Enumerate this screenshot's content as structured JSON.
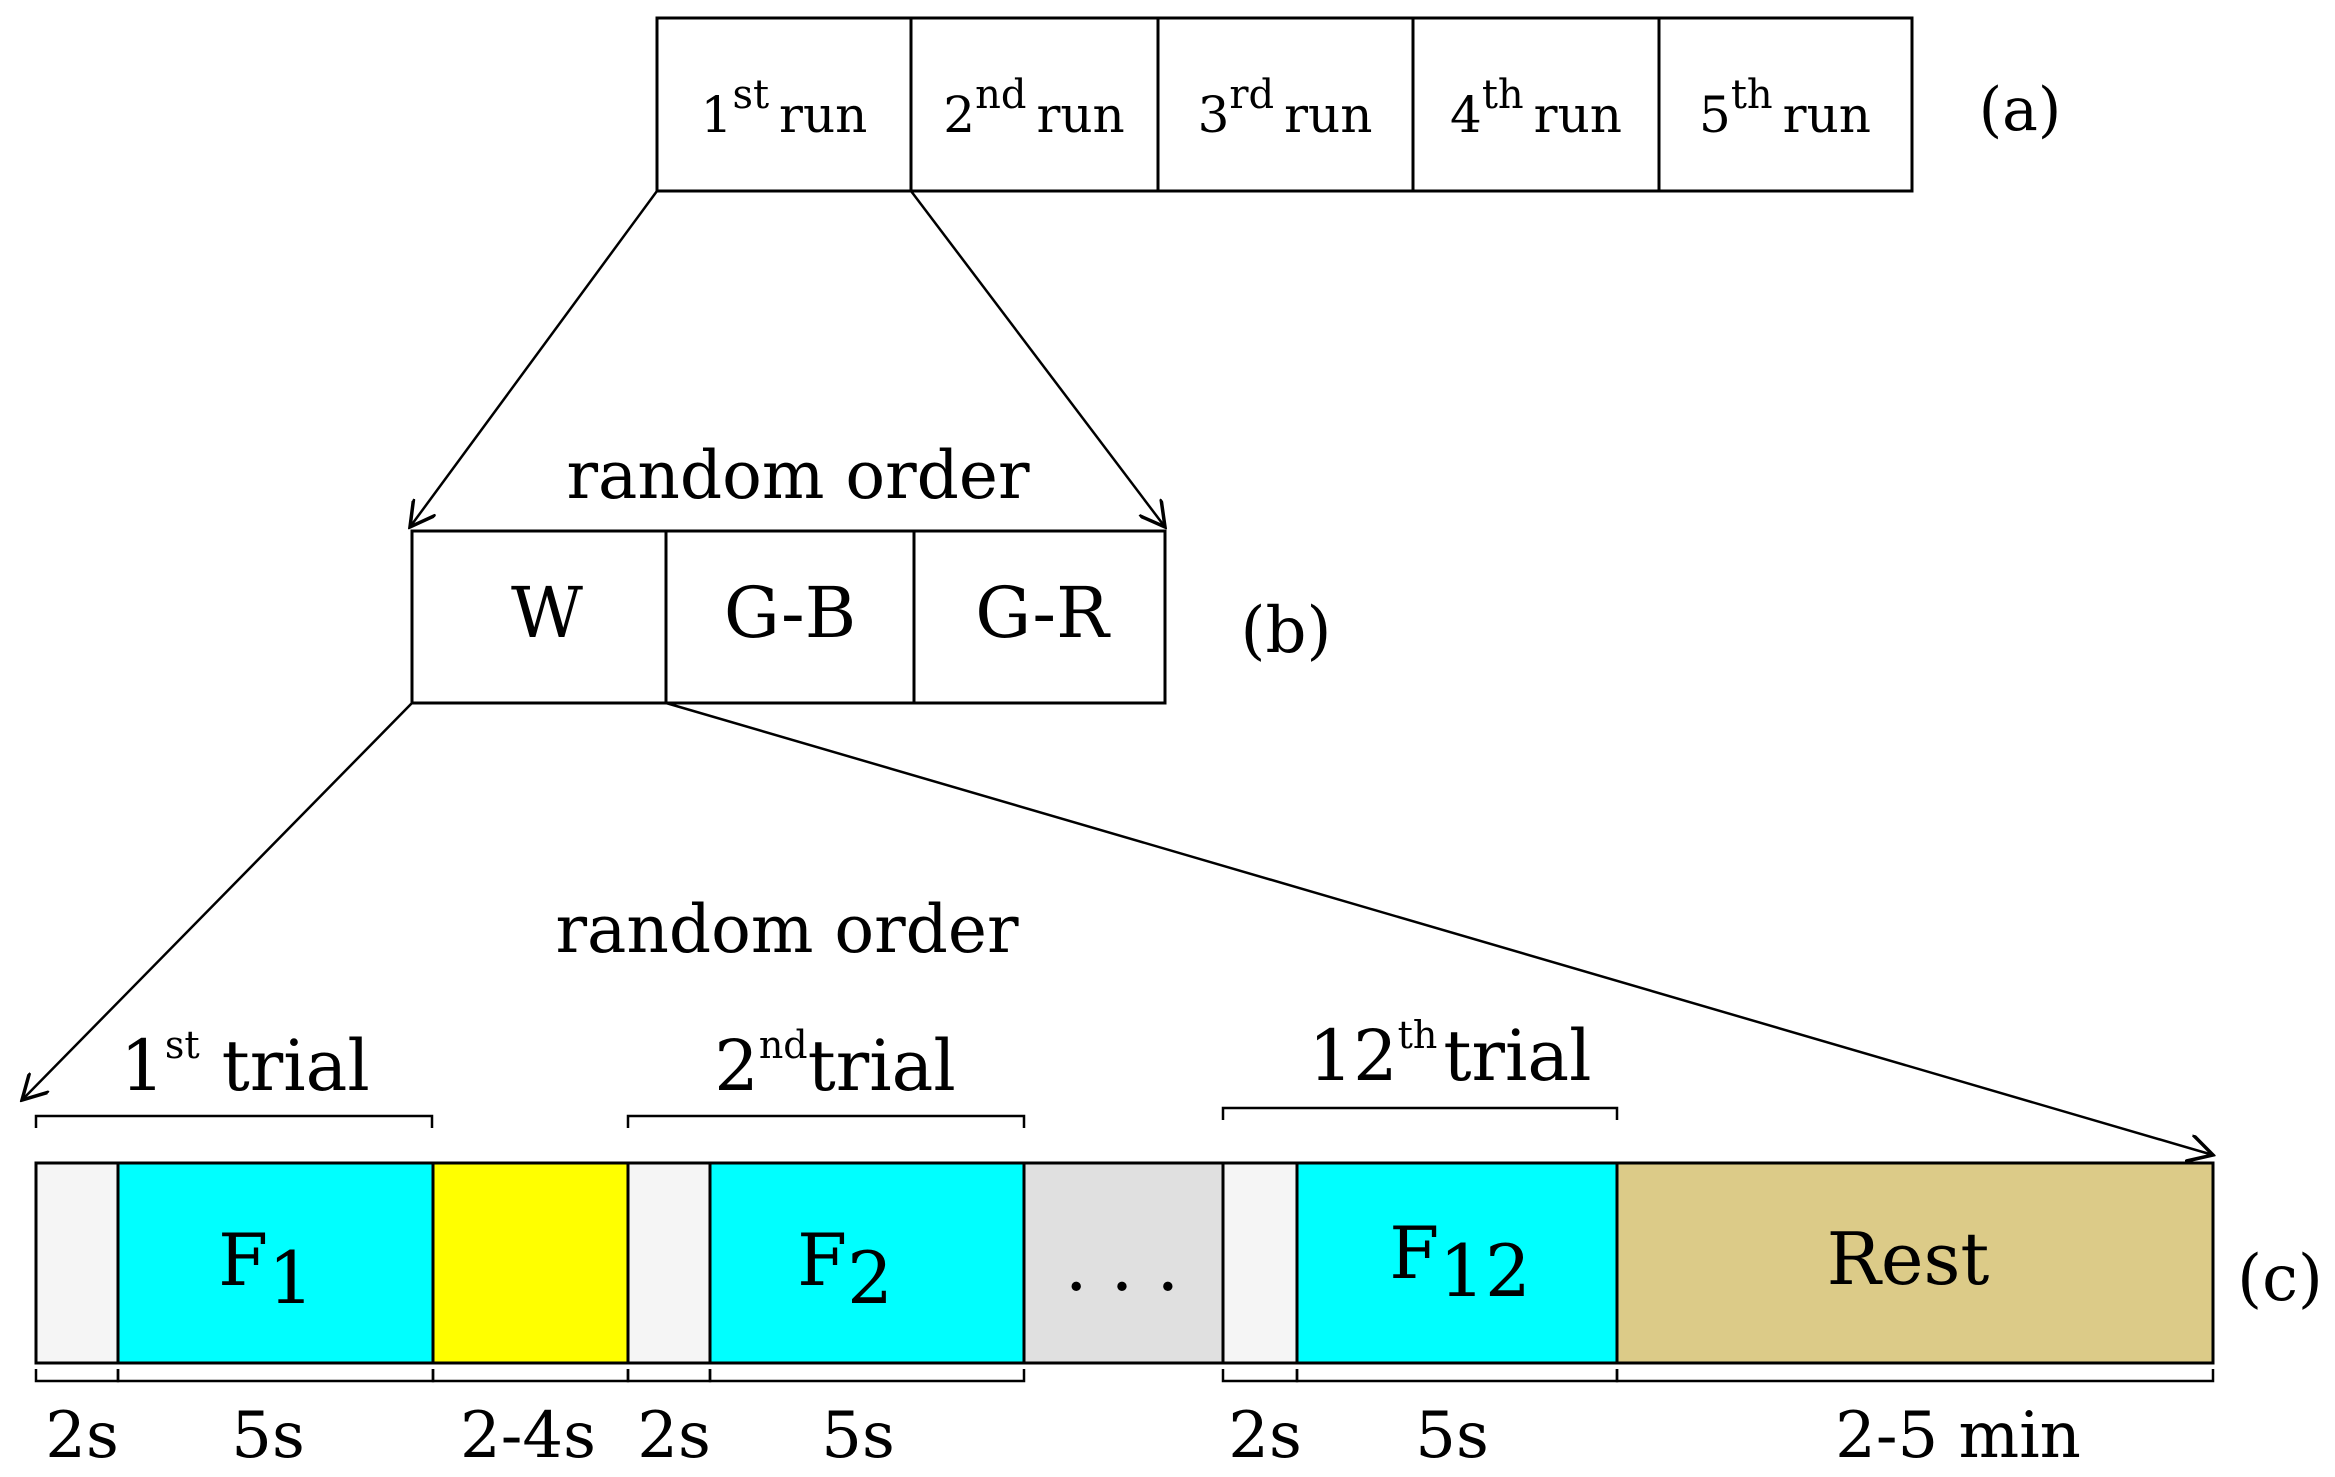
{
  "runs": [
    {
      "num": "1",
      "sup": "st",
      "word": "run"
    },
    {
      "num": "2",
      "sup": "nd",
      "word": "run"
    },
    {
      "num": "3",
      "sup": "rd",
      "word": "run"
    },
    {
      "num": "4",
      "sup": "th",
      "word": "run"
    },
    {
      "num": "5",
      "sup": "th",
      "word": "run"
    }
  ],
  "labels": {
    "a": "(a)",
    "b": "(b)",
    "c": "(c)"
  },
  "random_order_b": "random order",
  "conditions": [
    "W",
    "G-B",
    "G-R"
  ],
  "random_order_c": "random order",
  "trials": [
    {
      "num": "1",
      "sup": "st",
      "word": "trial"
    },
    {
      "num": "2",
      "sup": "nd",
      "word": "trial"
    },
    {
      "num": "12",
      "sup": "th",
      "word": "trial"
    }
  ],
  "segments": {
    "f1": {
      "main": "F",
      "sub": "1"
    },
    "f2": {
      "main": "F",
      "sub": "2"
    },
    "ellipsis": ". . .",
    "f12": {
      "main": "F",
      "sub": "12"
    },
    "rest": "Rest"
  },
  "durations": [
    "2s",
    "5s",
    "2-4s",
    "2s",
    "5s",
    "2s",
    "5s",
    "2-5 min"
  ],
  "colors": {
    "blank": "#f5f5f5",
    "stimulus": "#00ffff",
    "interval": "#ffff00",
    "ellipsis_bg": "#e0e0e0",
    "rest": "#dccb88"
  }
}
